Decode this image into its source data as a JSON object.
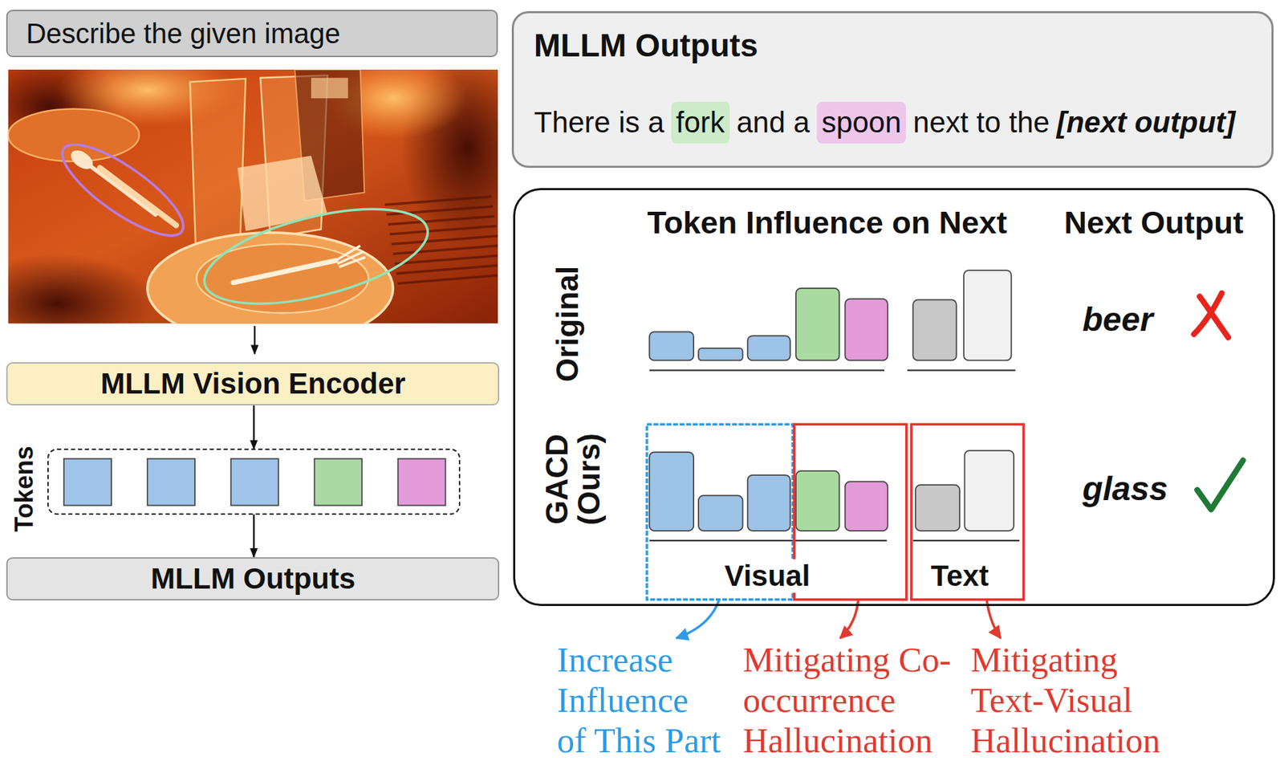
{
  "diagram": {
    "nodes": [
      {
        "text": [
          "Describe the given image"
        ]
      },
      {
        "text": [
          "MLLM Vision Encoder"
        ]
      },
      {
        "text": [
          "Tokens"
        ]
      },
      {
        "text": [
          "MLLM Outputs"
        ]
      },
      {
        "text": [
          "MLLM Outputs",
          "There is a",
          "and a",
          "next to the",
          "[next output]"
        ]
      },
      {
        "text": [
          "fork"
        ],
        "in": 4
      },
      {
        "text": [
          "spoon"
        ],
        "in": 4
      },
      {
        "text": [
          "Token Influence on Next",
          "Next Output",
          "Original",
          "GACD (Ours)",
          "beer",
          "glass",
          "Visual",
          "Text"
        ]
      }
    ],
    "edges": [
      {
        "from": 1,
        "to": 2,
        "arrow": "to"
      },
      {
        "from": 2,
        "to": 3,
        "arrow": "to"
      }
    ],
    "labels": [
      "Increase Influence of This Part",
      "Mitigating Co-occurrence Hallucination",
      "Mitigating Text-Visual Hallucination"
    ]
  }
}
